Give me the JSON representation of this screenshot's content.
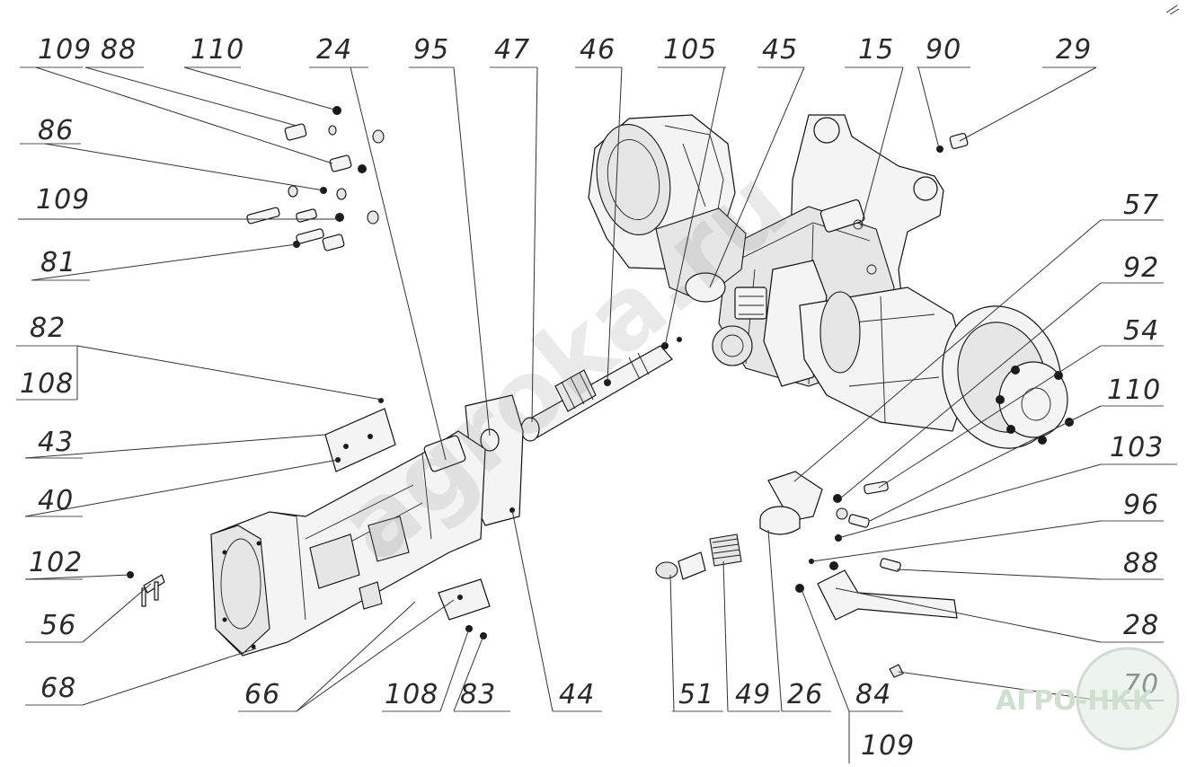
{
  "drawing": {
    "watermark": "agroka.ru",
    "logo": "АГРО-НКК",
    "labels": [
      {
        "id": "l-109a",
        "text": "109"
      },
      {
        "id": "l-88a",
        "text": "88"
      },
      {
        "id": "l-110a",
        "text": "110"
      },
      {
        "id": "l-24",
        "text": "24"
      },
      {
        "id": "l-95",
        "text": "95"
      },
      {
        "id": "l-47",
        "text": "47"
      },
      {
        "id": "l-46",
        "text": "46"
      },
      {
        "id": "l-105",
        "text": "105"
      },
      {
        "id": "l-45",
        "text": "45"
      },
      {
        "id": "l-15",
        "text": "15"
      },
      {
        "id": "l-90",
        "text": "90"
      },
      {
        "id": "l-29",
        "text": "29"
      },
      {
        "id": "l-86",
        "text": "86"
      },
      {
        "id": "l-109b",
        "text": "109"
      },
      {
        "id": "l-81",
        "text": "81"
      },
      {
        "id": "l-57",
        "text": "57"
      },
      {
        "id": "l-92",
        "text": "92"
      },
      {
        "id": "l-54",
        "text": "54"
      },
      {
        "id": "l-110b",
        "text": "110"
      },
      {
        "id": "l-82",
        "text": "82"
      },
      {
        "id": "l-108a",
        "text": "108"
      },
      {
        "id": "l-103",
        "text": "103"
      },
      {
        "id": "l-43",
        "text": "43"
      },
      {
        "id": "l-40",
        "text": "40"
      },
      {
        "id": "l-96",
        "text": "96"
      },
      {
        "id": "l-102",
        "text": "102"
      },
      {
        "id": "l-88b",
        "text": "88"
      },
      {
        "id": "l-56",
        "text": "56"
      },
      {
        "id": "l-28",
        "text": "28"
      },
      {
        "id": "l-68",
        "text": "68"
      },
      {
        "id": "l-70",
        "text": "70"
      },
      {
        "id": "l-66",
        "text": "66"
      },
      {
        "id": "l-108b",
        "text": "108"
      },
      {
        "id": "l-83",
        "text": "83"
      },
      {
        "id": "l-44",
        "text": "44"
      },
      {
        "id": "l-51",
        "text": "51"
      },
      {
        "id": "l-49",
        "text": "49"
      },
      {
        "id": "l-26",
        "text": "26"
      },
      {
        "id": "l-84",
        "text": "84"
      },
      {
        "id": "l-109c",
        "text": "109"
      }
    ]
  }
}
